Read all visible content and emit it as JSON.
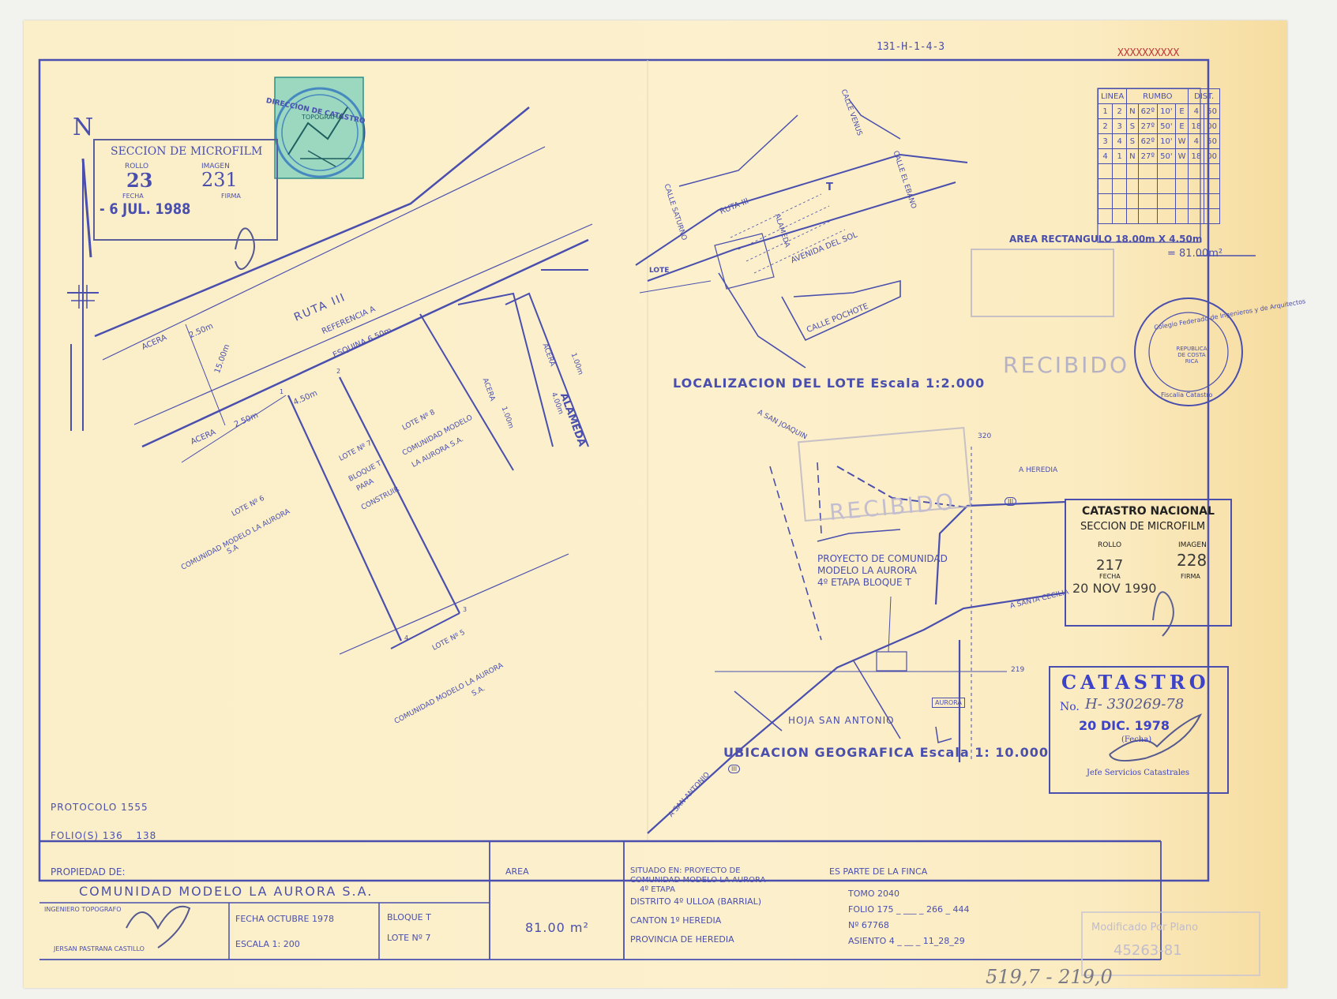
{
  "ref_code": "131-H-1-4-3",
  "ref_struck": "XXXXXXXXXX",
  "north_label": "N",
  "microfilm1": {
    "title": "SECCION DE MICROFILM",
    "rollo_label": "ROLLO",
    "rollo": "23",
    "imagen_label": "IMAGEN",
    "imagen": "231",
    "fecha_label": "FECHA",
    "firma_label": "FIRMA",
    "fecha": "- 6 JUL. 1988"
  },
  "stamp_top": {
    "text": "DIRECCION DE CATASTRO",
    "sub": "TOPOGRAFIA"
  },
  "plan": {
    "ruta": "RUTA III",
    "acera": "ACERA",
    "d250": "2.50m",
    "d1500": "15.00m",
    "d450": "4.50m",
    "referencia": "REFERENCIA A",
    "esquina": "ESQUINA 6.50m",
    "alameda": "ALAMEDA",
    "d400": "4.00m",
    "d100": "1.00m",
    "lote7": [
      "LOTE Nº 7",
      "BLOQUE T",
      "PARA",
      "CONSTRUIR"
    ],
    "lote8": [
      "LOTE Nº 8",
      "COMUNIDAD MODELO",
      "LA AURORA S.A."
    ],
    "lote6": [
      "LOTE Nº 6",
      "COMUNIDAD MODELO LA AURORA",
      "S.A"
    ],
    "lote5": [
      "LOTE Nº 5",
      "COMUNIDAD MODELO LA AURORA",
      "S.A."
    ],
    "v1": "1",
    "v2": "2",
    "v3": "3",
    "v4": "4"
  },
  "rumbo_table": {
    "headers": [
      "LINEA",
      "RUMBO",
      "DIST."
    ],
    "rows": [
      [
        "1",
        "2",
        "N",
        "62º",
        "10'",
        "E",
        "4",
        "50"
      ],
      [
        "2",
        "3",
        "S",
        "27º",
        "50'",
        "E",
        "18",
        "00"
      ],
      [
        "3",
        "4",
        "S",
        "62º",
        "10'",
        "W",
        "4",
        "50"
      ],
      [
        "4",
        "1",
        "N",
        "27º",
        "50'",
        "W",
        "18",
        "00"
      ]
    ]
  },
  "area_rect": {
    "label": "AREA RECTANGULO 18.00m X 4.50m",
    "value": "= 81.00m²"
  },
  "localizacion": {
    "title": "LOCALIZACION DEL LOTE Escala 1:2.000",
    "calle_venus": "CALLE VENUS",
    "calle_saturno": "CALLE SATURNO",
    "calle_ebano": "CALLE EL EBANO",
    "ruta": "RUTA III",
    "avenida": "AVENIDA DEL SOL",
    "calle_pochote": "CALLE POCHOTE",
    "alameda": "ALAMEDA",
    "lote": "LOTE",
    "t": "T"
  },
  "ubicacion": {
    "title": "UBICACION GEOGRAFICA Escala 1: 10.000",
    "san_joaquin": "A SAN JOAQUIN",
    "heredia": "A HEREDIA",
    "santa_cecilia": "A SANTA CECILIA",
    "san_antonio": "A SAN ANTONIO",
    "proyecto": [
      "PROYECTO DE COMUNIDAD",
      "MODELO LA AURORA",
      "4º ETAPA BLOQUE T"
    ],
    "aurora": "AURORA",
    "hoja": "HOJA SAN ANTONIO",
    "n320": "320",
    "n219": "219",
    "r3": "III"
  },
  "colegio_seal": {
    "outer": "Colegio Federado de Ingenieros y de Arquitectos",
    "inner": "REPUBLICA DE COSTA RICA",
    "bottom": "Fiscalia Catastro"
  },
  "recibido_faint": "RECIBIDO",
  "catastro_nacional": {
    "title": "CATASTRO NACIONAL",
    "sub": "SECCION DE MICROFILM",
    "rollo_label": "ROLLO",
    "rollo": "217",
    "imagen_label": "IMAGEN",
    "imagen": "228",
    "fecha_label": "FECHA",
    "fecha": "20 NOV 1990",
    "firma_label": "FIRMA"
  },
  "catastro": {
    "title": "CATASTRO",
    "no_label": "No.",
    "no": "H- 330269-78",
    "fecha": "20 DIC. 1978",
    "fecha_label": "(Fecha)",
    "jefe": "Jefe Servicios Catastrales"
  },
  "protocolo": "PROTOCOLO 1555",
  "folios": "FOLIO(S) 136 _ 138",
  "titleblock": {
    "propiedad_label": "PROPIEDAD DE:",
    "propietario": "COMUNIDAD MODELO LA AURORA S.A.",
    "ingeniero_label": "INGENIERO TOPOGRAFO",
    "ingeniero": "JERSAN PASTRANA CASTILLO",
    "fecha": "FECHA OCTUBRE 1978",
    "escala": "ESCALA 1: 200",
    "bloque": "BLOQUE T",
    "lote": "LOTE Nº 7",
    "area_label": "AREA",
    "area": "81.00 m²",
    "situado": "SITUADO EN: PROYECTO DE",
    "situado2": "COMUNIDAD MODELO LA AURORA",
    "situado3": "4º ETAPA",
    "distrito": "DISTRITO 4º ULLOA (BARRIAL)",
    "canton": "CANTON 1º HEREDIA",
    "provincia": "PROVINCIA DE HEREDIA",
    "finca": "ES PARTE DE LA FINCA",
    "tomo": "TOMO 2040",
    "folio": "FOLIO 175 _ ___ _ 266 _ 444",
    "numero": "Nº 67768",
    "asiento": "ASIENTO 4 _ __ _ 11_28_29"
  },
  "faint_stamp": {
    "line1": "Modificado Por Plano",
    "line2": "45263-81"
  },
  "handwritten_bottom": "519,7 - 219,0"
}
